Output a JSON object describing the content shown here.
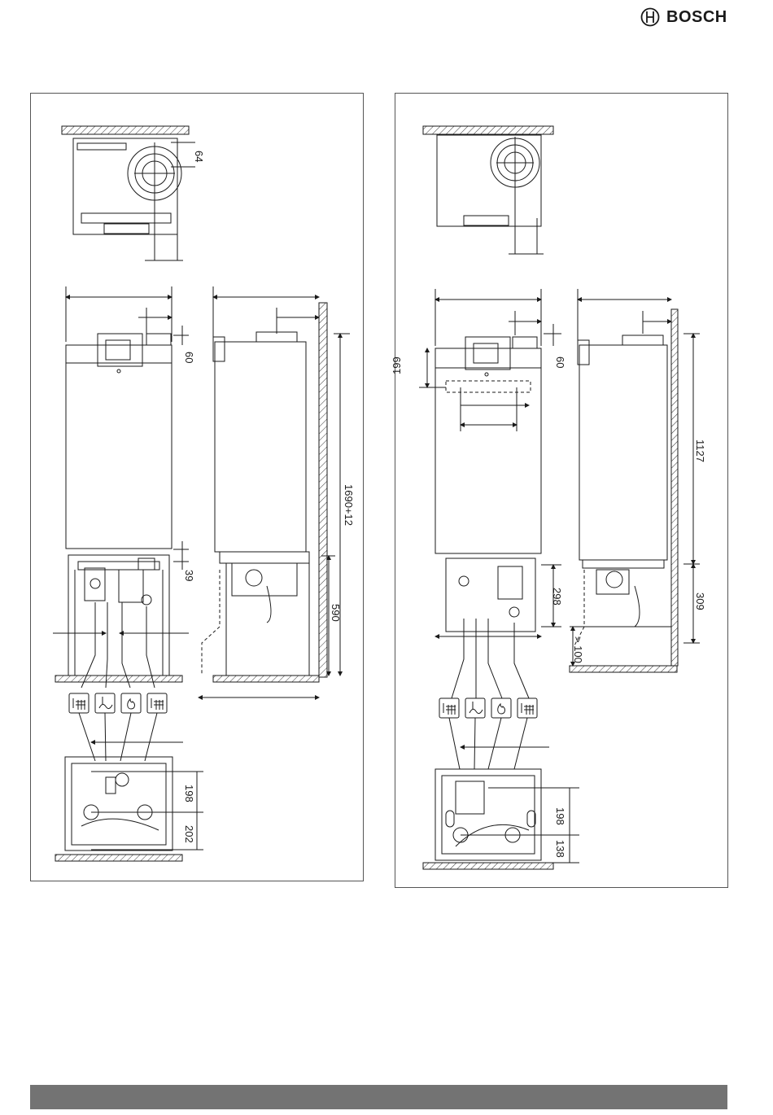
{
  "brand": {
    "name": "BOSCH"
  },
  "left_drawing": {
    "dimensions": {
      "flue_offset_top": "64",
      "top_clearance": "60",
      "height_total": "1690+12",
      "frame_gap": "39",
      "frame_height": "590",
      "pipe_spacing_1": "198",
      "pipe_spacing_2": "202"
    }
  },
  "right_drawing": {
    "dimensions": {
      "top_clearance": "60",
      "top_offset": "199",
      "height_unit": "1127",
      "lower_height_a": "298",
      "lower_height_b": "309",
      "min_clearance": "> 100",
      "pipe_spacing_1": "198",
      "pipe_spacing_2": "138"
    }
  },
  "connection_icons": [
    {
      "icon": "radiator-flow-icon"
    },
    {
      "icon": "hot-water-icon"
    },
    {
      "icon": "gas-flame-icon"
    },
    {
      "icon": "radiator-return-icon"
    }
  ],
  "colors": {
    "footer": "#737373",
    "hatch": "#333333"
  }
}
